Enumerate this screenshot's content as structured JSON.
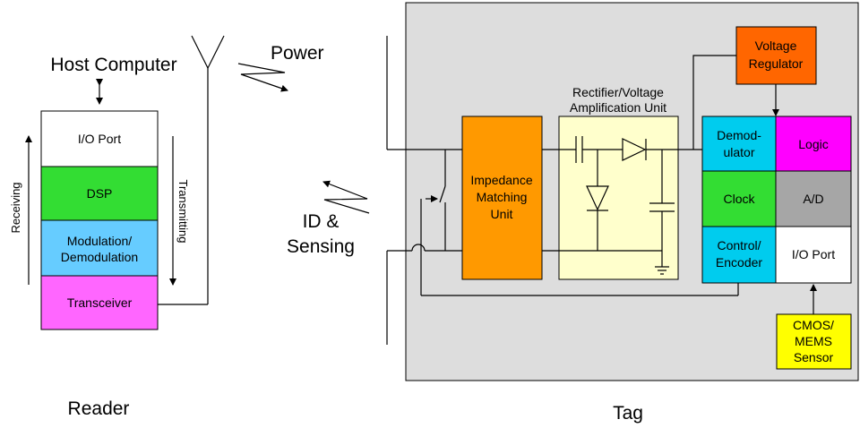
{
  "colors": {
    "white": "#ffffff",
    "green": "#33dd33",
    "light_blue": "#66ccff",
    "magenta": "#ff66ff",
    "orange": "#ff9900",
    "dark_orange": "#ff6600",
    "light_yellow": "#ffffcc",
    "cyan": "#00ccee",
    "bright_magenta": "#ff00ff",
    "gray": "#a6a6a6",
    "yellow": "#ffff00",
    "panel": "#dddddd"
  },
  "reader": {
    "host": "Host Computer",
    "receiving": "Receiving",
    "transmitting": "Transmitting",
    "label": "Reader",
    "blocks": {
      "io_port": "I/O Port",
      "dsp": "DSP",
      "mod_line1": "Modulation/",
      "mod_line2": "Demodulation",
      "transceiver": "Transceiver"
    }
  },
  "signals": {
    "power": "Power",
    "id_line1": "ID &",
    "id_line2": "Sensing"
  },
  "tag": {
    "label": "Tag",
    "impedance": [
      "Impedance",
      "Matching",
      "Unit"
    ],
    "rectifier": [
      "Rectifier/Voltage",
      "Amplification Unit"
    ],
    "regulator": [
      "Voltage",
      "Regulator"
    ],
    "demod": [
      "Demod-",
      "ulator"
    ],
    "logic": "Logic",
    "clock": "Clock",
    "ad": "A/D",
    "control": [
      "Control/",
      "Encoder"
    ],
    "io_port": "I/O Port",
    "sensor": [
      "CMOS/",
      "MEMS",
      "Sensor"
    ]
  }
}
